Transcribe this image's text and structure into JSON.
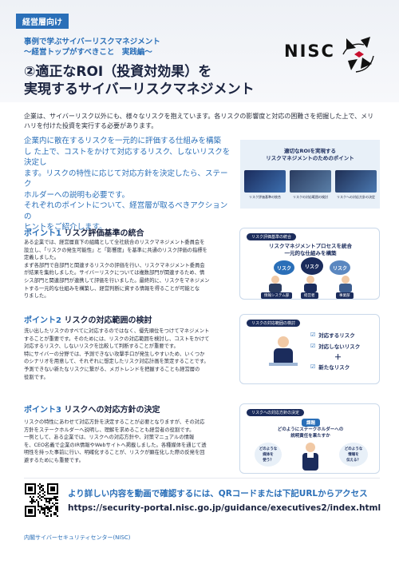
{
  "header": {
    "tag": "経営層向け",
    "subtitle_line1": "事例で学ぶサイバーリスクマネジメント",
    "subtitle_line2": "〜経営トップがすべきこと　実践編〜",
    "title_line1": "②適正なROI（投資対効果）を",
    "title_line2": "実現するサイバーリスクマネジメント",
    "logo_text": "NISC"
  },
  "lead": "企業は、サイバーリスク以外にも、様々なリスクを抱えています。各リスクの影響度と対応の困難さを把握した上で、メリハリを付けた投資を実行する必要があります。",
  "intro": [
    "企業内に散在するリスクを一元的に評価する仕組みを構築",
    "し た上で、コストをかけて対応するリスク、しないリスクを決定し",
    "ます。リスクの特性に応じて対応方針を決定したら、ステーク",
    "ホルダーへの説明も必要です。",
    "それぞれのポイントについて、経営層が取るべきアクションの",
    "ヒントをご紹介します。"
  ],
  "hero_panel": {
    "title_line1": "適切なROIを実現する",
    "title_line2": "リスクマネジメントのためのポイント",
    "thumbs": [
      "リスク評価基準の統合",
      "リスクの対応範囲の検討",
      "リスクへの対応方針の決定"
    ]
  },
  "points": [
    {
      "label": "ポイント1",
      "heading": "リスク評価基準の統合",
      "body": [
        "ある企業では、経営層直下の組織として全社統合のリスクマネジメント委員会を",
        "設立し、「リスクの発生可能性」と「影響度」を基準に共通のリスク評価の指標を",
        "定義しました。",
        "まず各部門で自部門と関連するリスクの評価を行い、リスクマネジメント委員会",
        "が結果を集約しました。サイバーリスクについては複数部門が関連するため、情",
        "シス部門と関連部門が連携して評価を行いました。最終的に、リスクをマネジメン",
        "トする一元的な仕組みを構築し、経営判断に資する情報を得ることが可能とな",
        "りました。"
      ],
      "card": {
        "tab": "リスク評価基準の統合",
        "title_line1": "リスクマネジメントプロセスを統合",
        "title_line2": "一元的な仕組みを構築",
        "bubbles": [
          "リスク",
          "リスク",
          "リスク"
        ],
        "labels": [
          "情報システム部",
          "経営者",
          "事業部"
        ]
      }
    },
    {
      "label": "ポイント2",
      "heading": "リスクの対応範囲の検討",
      "body": [
        "洗い出したリスクのすべてに対応するのではなく、優先順位をつけてマネジメント",
        "することが重要です。そのためには、リスクの対応範囲を検討し、コストをかけて",
        "対応するリスク、しないリスクを比較して判断することが重要です。",
        "特にサイバーの分野では、予測できない攻撃手口が発生しやすいため、いくつか",
        "のシナリオを用意して、それぞれに想定したリスク対応計画を策定することです。",
        "予測できない新たなリスクに繋がる、メガトレンドを把握することも経営層の",
        "役割です。"
      ],
      "card": {
        "tab": "リスクの対応範囲の検討",
        "rows": [
          "対応するリスク",
          "対応しないリスク",
          "新たなリスク"
        ],
        "plus": "＋"
      }
    },
    {
      "label": "ポイント3",
      "heading": "リスクへの対応方針の決定",
      "body": [
        "リスクの特性にあわせて対応方針を決定することが必要となりますが、その対応",
        "方針をステークホルダーへ説明し、理解を求めることも経営者の役割です。",
        "一例として、ある企業では、リスクへの対応方針や、対策マニュアルの情報",
        "を、CEO名義で企業のIR情報やWebサイトへ掲載しました。各種媒体を通じて透",
        "明性を持った事前に行い、明確化することが、リスクが顕在化した際の反発を回",
        "避するためにも重要です。"
      ],
      "card": {
        "tab": "リスクへの対応方針の決定",
        "badge": "課題",
        "question_line1": "どのようにステークホルダーへの",
        "question_line2": "説明責任を果たすか",
        "left_bubble": [
          "どのような",
          "媒体を",
          "使う？"
        ],
        "right_bubble": [
          "どのような",
          "情報を",
          "伝える？"
        ]
      }
    }
  ],
  "footer": {
    "cta_line1": "より詳しい内容を動画で確認するには、QRコードまたは下記URLからアクセス",
    "url": "https://security-portal.nisc.go.jp/guidance/executives2/index.html",
    "org": "内閣サイバーセキュリティセンター(NISC)"
  },
  "colors": {
    "accent": "#2a6fb8",
    "navy": "#1b2c5c",
    "card_border": "#c9d8ea"
  }
}
